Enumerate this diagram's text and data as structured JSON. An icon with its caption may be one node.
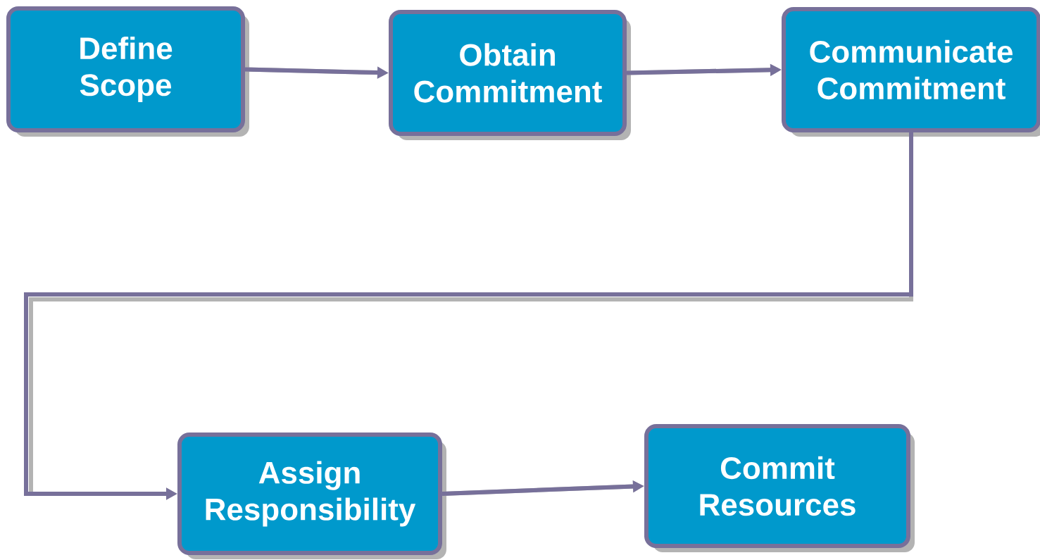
{
  "diagram": {
    "nodes": [
      {
        "text": [
          "Define Scope"
        ]
      },
      {
        "text": [
          "Obtain Commitment"
        ]
      },
      {
        "text": [
          "Communicate Commitment"
        ]
      },
      {
        "text": [
          "Assign Responsibility"
        ]
      },
      {
        "text": [
          "Commit Resources"
        ]
      }
    ],
    "edges": [
      {
        "from": 0,
        "to": 1,
        "arrow": "to"
      },
      {
        "from": 1,
        "to": 2,
        "arrow": "to"
      },
      {
        "from": 2,
        "to": 3,
        "arrow": "to"
      },
      {
        "from": 3,
        "to": 4,
        "arrow": "to"
      }
    ]
  }
}
